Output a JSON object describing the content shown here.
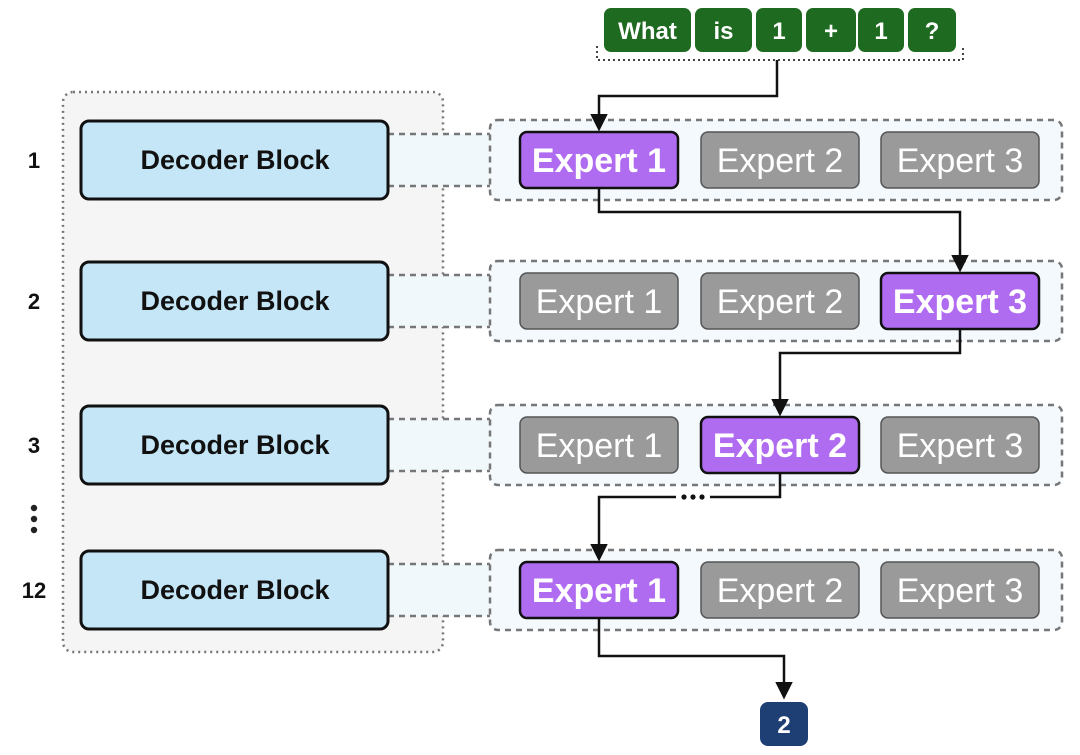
{
  "input_tokens": [
    "What",
    "is",
    "1",
    "+",
    "1",
    "?"
  ],
  "layers": [
    {
      "label": "1",
      "decoder": "Decoder Block",
      "experts": [
        "Expert 1",
        "Expert 2",
        "Expert 3"
      ],
      "active": 0
    },
    {
      "label": "2",
      "decoder": "Decoder Block",
      "experts": [
        "Expert 1",
        "Expert 2",
        "Expert 3"
      ],
      "active": 2
    },
    {
      "label": "3",
      "decoder": "Decoder Block",
      "experts": [
        "Expert 1",
        "Expert 2",
        "Expert 3"
      ],
      "active": 1
    },
    {
      "label": "12",
      "decoder": "Decoder Block",
      "experts": [
        "Expert 1",
        "Expert 2",
        "Expert 3"
      ],
      "active": 0
    }
  ],
  "output": "2",
  "colors": {
    "token": "#1f6a21",
    "decoder_fill": "#c5e6f7",
    "expert_active": "#b06cf0",
    "expert_inactive": "#9a9a9a",
    "output": "#1d3f73",
    "line": "#111111",
    "dash": "#777777"
  }
}
